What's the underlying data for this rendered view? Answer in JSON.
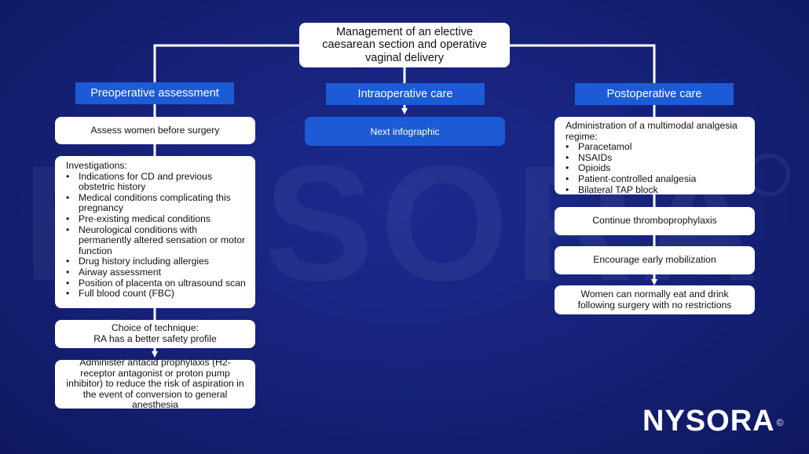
{
  "watermark": {
    "text": "NYSORA"
  },
  "title": {
    "text": "Management of an elective caesarean section and operative vaginal delivery"
  },
  "columns": {
    "preoperative": {
      "header": "Preoperative assessment",
      "assess": "Assess women before surgery",
      "investigations_title": "Investigations:",
      "investigations": [
        "Indications for CD and previous obstetric history",
        "Medical conditions complicating this pregnancy",
        "Pre-existing medical conditions",
        "Neurological conditions with permanently altered sensation or motor function",
        "Drug history including allergies",
        "Airway assessment",
        "Position of placenta on ultrasound scan",
        "Full blood count (FBC)"
      ],
      "technique_line1": "Choice of technique:",
      "technique_line2": "RA has a better safety profile",
      "antacid": "Administer antacid prophylaxis (H2-receptor antagonist or proton pump inhibitor) to reduce the risk of aspiration in the event of conversion to general anesthesia"
    },
    "intraoperative": {
      "header": "Intraoperative care",
      "next": "Next infographic"
    },
    "postoperative": {
      "header": "Postoperative care",
      "analgesia_title": "Administration of a multimodal analgesia regime:",
      "analgesia": [
        "Paracetamol",
        "NSAIDs",
        "Opioids",
        "Patient-controlled analgesia",
        "Bilateral TAP block"
      ],
      "thrombo": "Continue thromboprophylaxis",
      "mobilization": "Encourage early mobilization",
      "eat_drink": "Women can normally eat and drink following surgery with no restrictions"
    }
  },
  "logo": {
    "text": "NYSORA",
    "mark": "©"
  },
  "colors": {
    "background": "#17237c",
    "header_blue": "#1d5ad6",
    "box": "#ffffff",
    "lines": "#ffffff"
  }
}
